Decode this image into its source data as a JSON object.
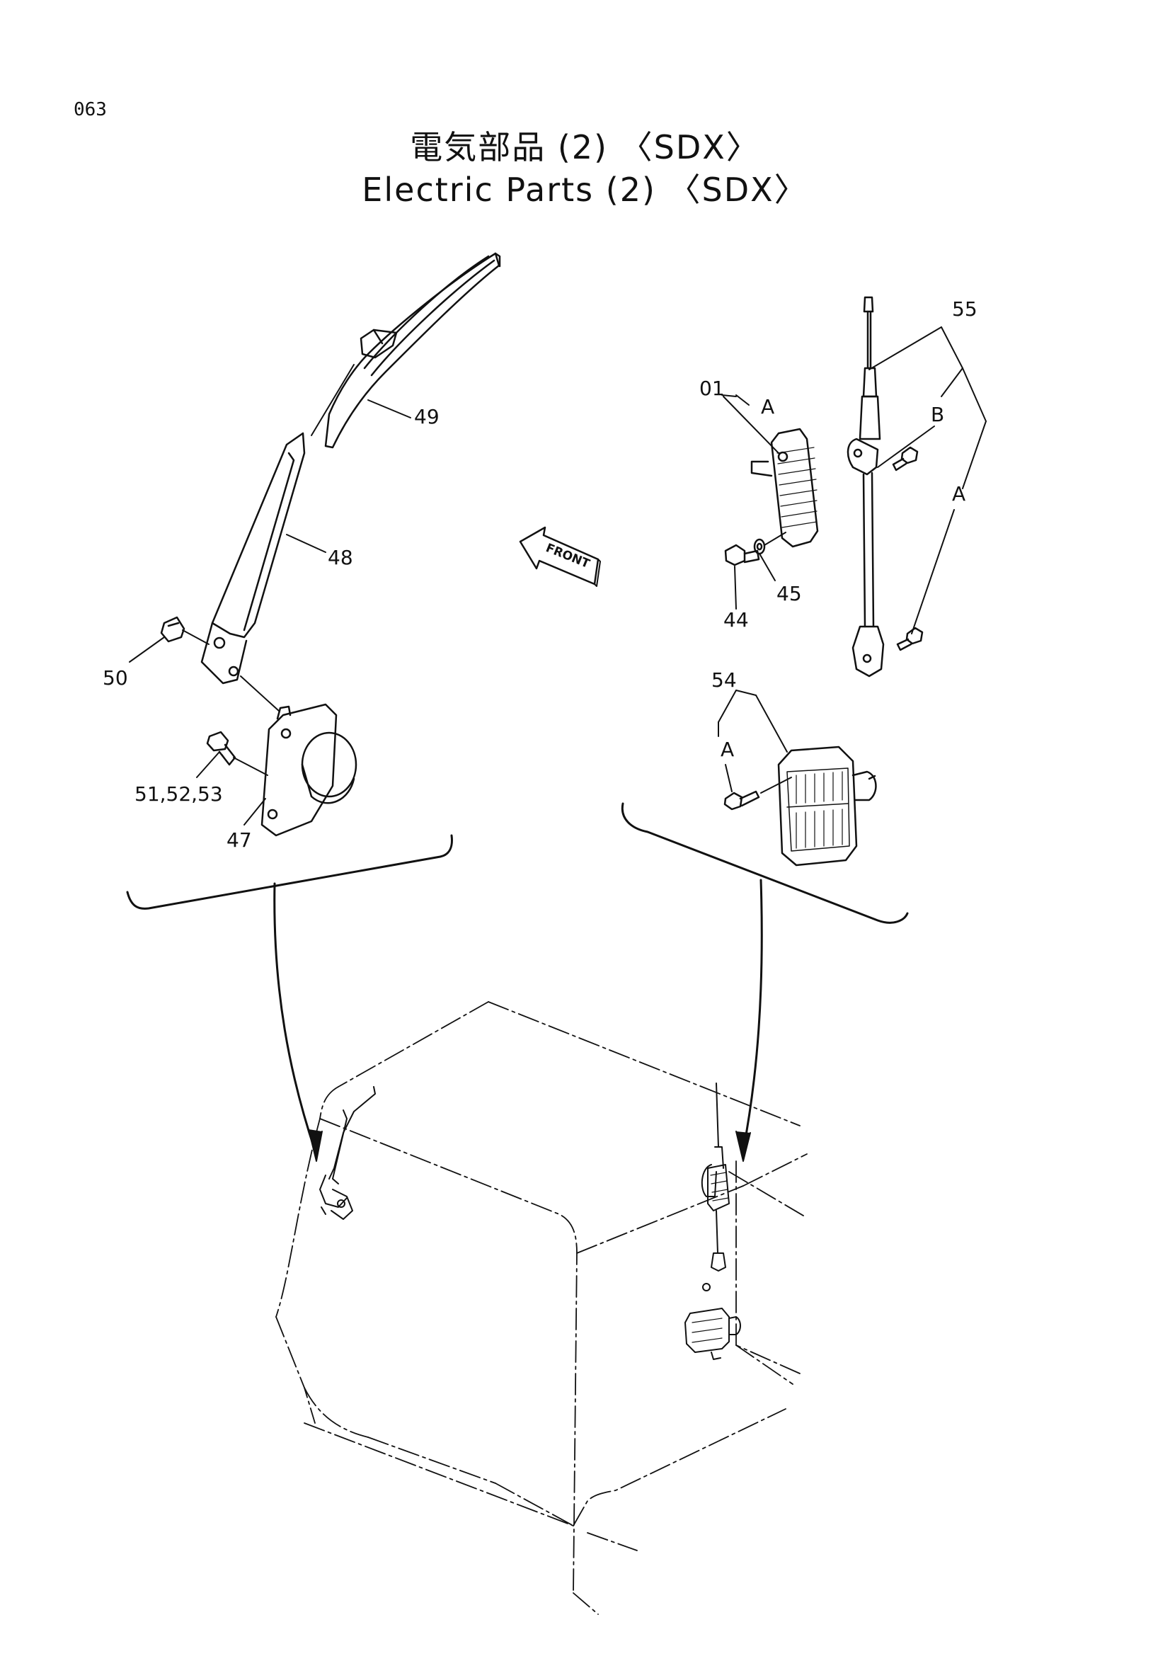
{
  "page": {
    "number": "063"
  },
  "title": {
    "japanese": "電気部品 (2) 〈SDX〉",
    "english": "Electric Parts (2) 〈SDX〉"
  },
  "callouts": {
    "p49": "49",
    "p48": "48",
    "p50": "50",
    "p51_53": "51,52,53",
    "p47": "47",
    "p01": "01",
    "p01_a": "A",
    "p44": "44",
    "p45": "45",
    "p55": "55",
    "p55_b": "B",
    "p55_a": "A",
    "p54": "54",
    "p54_a": "A"
  },
  "direction_arrow": {
    "label": "FRONT"
  }
}
